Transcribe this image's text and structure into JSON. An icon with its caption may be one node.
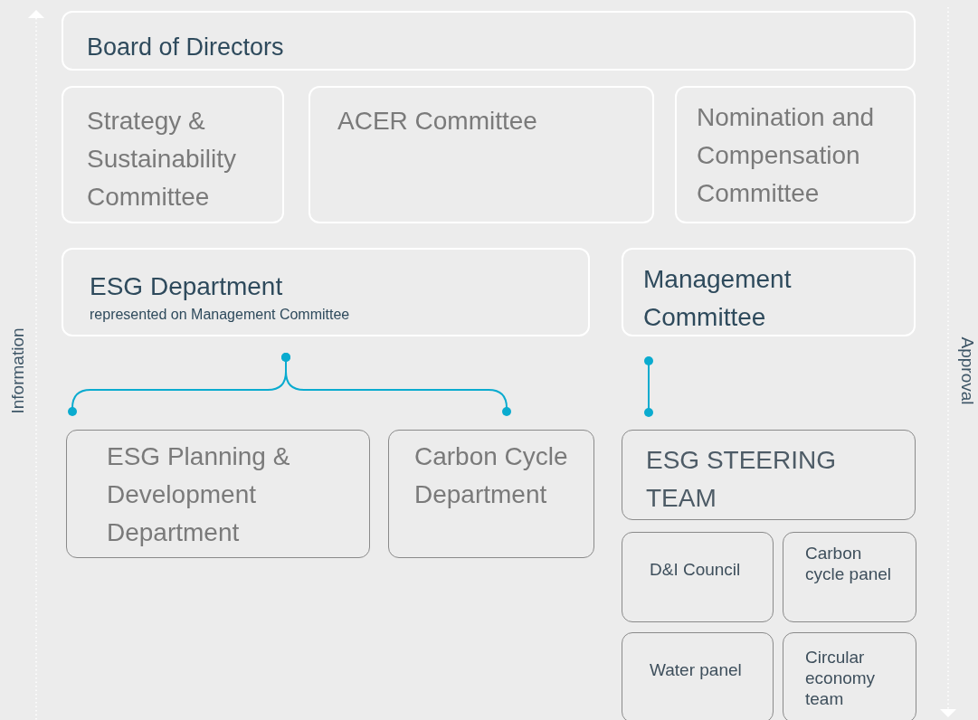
{
  "diagram": {
    "nodes": [
      {
        "text": [
          "Board of Directors"
        ]
      },
      {
        "text": [
          "Strategy & Sustainability Committee"
        ]
      },
      {
        "text": [
          "ACER Committee"
        ]
      },
      {
        "text": [
          "Nomination and Compensation Committee"
        ]
      },
      {
        "text": [
          "ESG Department",
          "represented on Management Committee"
        ]
      },
      {
        "text": [
          "Management Committee"
        ]
      },
      {
        "text": [
          "ESG Planning & Development Department"
        ]
      },
      {
        "text": [
          "Carbon Cycle Department"
        ]
      },
      {
        "text": [
          "ESG STEERING TEAM"
        ]
      },
      {
        "text": [
          "D&I Council"
        ]
      },
      {
        "text": [
          "Carbon cycle panel"
        ]
      },
      {
        "text": [
          "Water panel"
        ]
      },
      {
        "text": [
          "Circular economy team"
        ]
      }
    ],
    "edges": [
      {
        "from": 4,
        "to": 6,
        "arrow": "other"
      },
      {
        "from": 4,
        "to": 7,
        "arrow": "other"
      },
      {
        "from": 5,
        "to": 8,
        "arrow": "other"
      }
    ],
    "labels": [
      "Information",
      "Approval"
    ]
  }
}
